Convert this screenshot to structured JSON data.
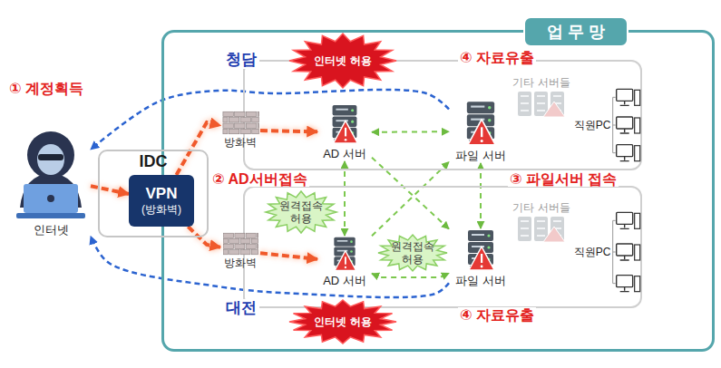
{
  "diagram": {
    "nodes": [
      {
        "text": [
          "업 무 망"
        ]
      },
      {
        "text": [
          "청담"
        ],
        "in": 0
      },
      {
        "text": [
          "대전"
        ],
        "in": 0
      },
      {
        "text": [
          "인터넷"
        ]
      },
      {
        "text": [
          "IDC"
        ]
      },
      {
        "text": [
          "VPN",
          "(방화벽)"
        ],
        "in": 4
      },
      {
        "text": [
          "방화벽"
        ],
        "in": 0
      },
      {
        "text": [
          "방화벽"
        ],
        "in": 0
      },
      {
        "text": [
          "인터넷 허용"
        ],
        "in": 0
      },
      {
        "text": [
          "AD 서버"
        ],
        "in": 1
      },
      {
        "text": [
          "파일 서버"
        ],
        "in": 1
      },
      {
        "text": [
          "기타 서버들"
        ],
        "in": 1
      },
      {
        "text": [
          "직원PC"
        ],
        "in": 1
      },
      {
        "text": [
          "원격접속 허용"
        ],
        "in": 2
      },
      {
        "text": [
          "원격접속 허용"
        ],
        "in": 2
      },
      {
        "text": [
          "AD 서버"
        ],
        "in": 2
      },
      {
        "text": [
          "파일 서버"
        ],
        "in": 2
      },
      {
        "text": [
          "기타 서버들"
        ],
        "in": 2
      },
      {
        "text": [
          "직원PC"
        ],
        "in": 2
      },
      {
        "text": [
          "인터넷 허용"
        ],
        "in": 0
      }
    ],
    "edges": [
      {
        "from": 3,
        "to": 5,
        "arrow": "to"
      },
      {
        "from": 5,
        "to": 6,
        "arrow": "to"
      },
      {
        "from": 5,
        "to": 7,
        "arrow": "to"
      },
      {
        "from": 6,
        "to": 9,
        "arrow": "to"
      },
      {
        "from": 7,
        "to": 15,
        "arrow": "to"
      },
      {
        "from": 9,
        "to": 10,
        "arrow": "both"
      },
      {
        "from": 15,
        "to": 16,
        "arrow": "both"
      },
      {
        "from": 9,
        "to": 15,
        "arrow": "both"
      },
      {
        "from": 10,
        "to": 16,
        "arrow": "both"
      },
      {
        "from": 9,
        "to": 16,
        "arrow": "to"
      },
      {
        "from": 15,
        "to": 10,
        "arrow": "to"
      },
      {
        "from": 10,
        "to": 3,
        "arrow": "to"
      },
      {
        "from": 16,
        "to": 3,
        "arrow": "to"
      }
    ],
    "labels": [
      "① 계정획득",
      "② AD서버접속",
      "③ 파일서버 접속",
      "④ 자료유출",
      "④ 자료유출"
    ]
  }
}
